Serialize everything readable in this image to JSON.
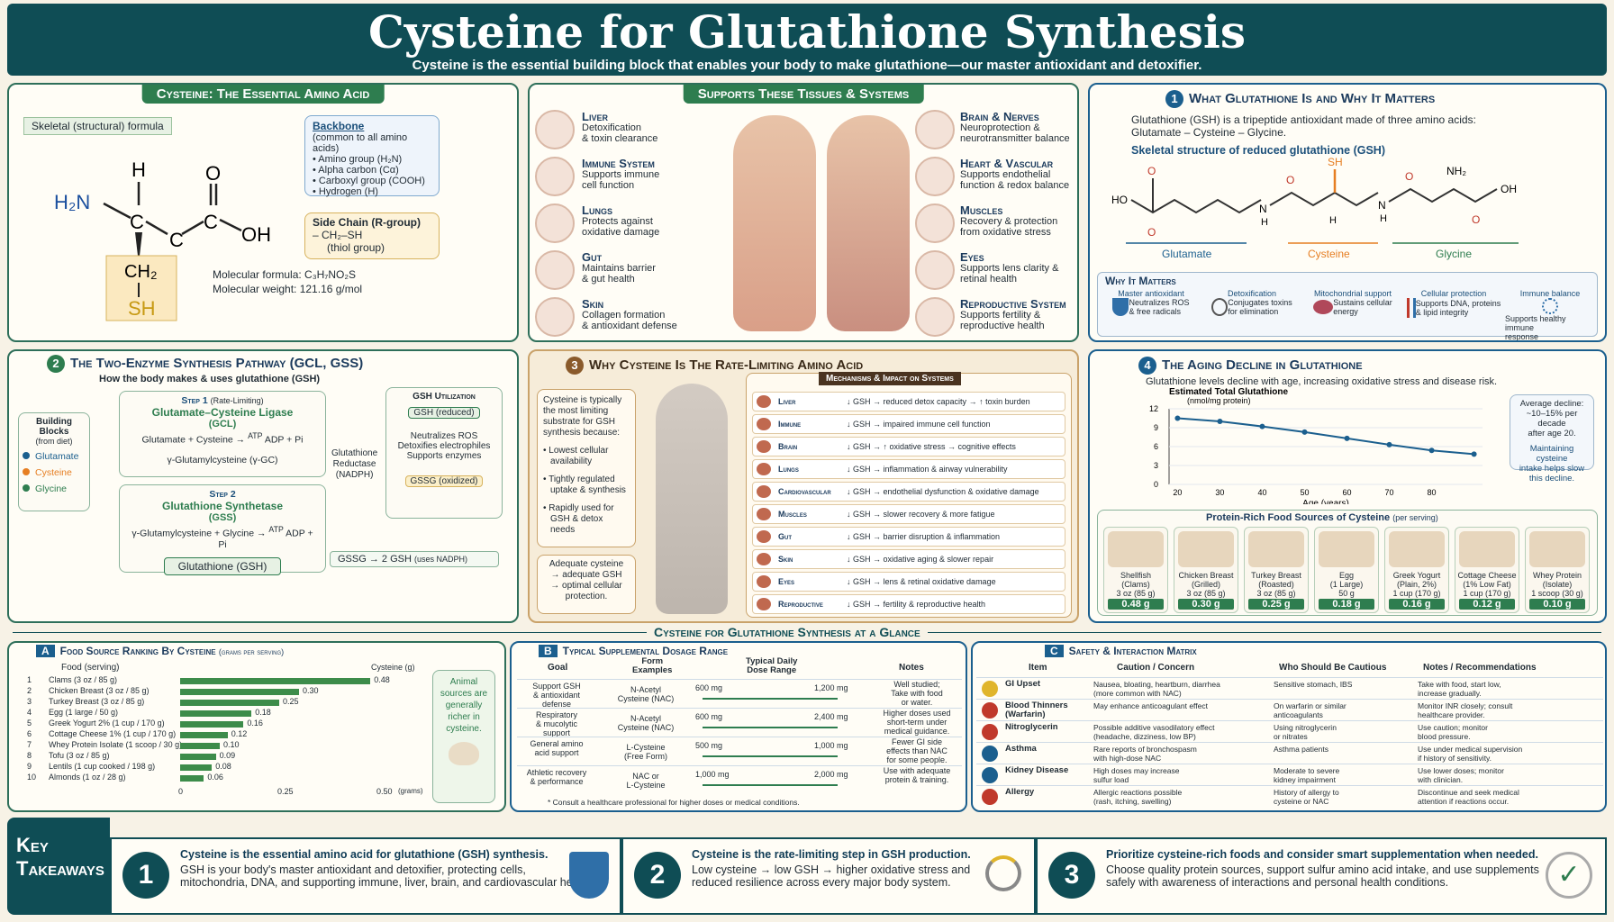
{
  "header": {
    "title": "Cysteine for Glutathione Synthesis",
    "subtitle": "Cysteine is the essential building block that enables your body to make glutathione—our master antioxidant and detoxifier."
  },
  "cysteine": {
    "tab": "Cysteine: The Essential Amino Acid",
    "formula_label": "Skeletal (structural) formula",
    "h2n": "H₂N",
    "h": "H",
    "o": "O",
    "oh": "OH",
    "c": "C",
    "ch2": "CH₂",
    "sh": "SH",
    "backbone_title": "Backbone",
    "backbone_sub": "(common to all amino acids)",
    "backbone_items": [
      "• Amino group (H₂N)",
      "• Alpha carbon (Cα)",
      "• Carboxyl group (COOH)",
      "• Hydrogen (H)"
    ],
    "side_title": "Side Chain (R-group)",
    "side_l1": "– CH₂–SH",
    "side_l2": "(thiol group)",
    "mol_formula": "Molecular formula: C₃H₇NO₂S",
    "mol_weight": "Molecular weight: 121.16 g/mol"
  },
  "tissues": {
    "tab": "Supports These Tissues & Systems",
    "left": [
      {
        "name": "Liver",
        "desc1": "Detoxification",
        "desc2": "& toxin clearance"
      },
      {
        "name": "Immune System",
        "desc1": "Supports immune",
        "desc2": "cell function"
      },
      {
        "name": "Lungs",
        "desc1": "Protects against",
        "desc2": "oxidative damage"
      },
      {
        "name": "Gut",
        "desc1": "Maintains barrier",
        "desc2": "& gut health"
      },
      {
        "name": "Skin",
        "desc1": "Collagen formation",
        "desc2": "& antioxidant defense"
      }
    ],
    "right": [
      {
        "name": "Brain & Nerves",
        "desc1": "Neuroprotection &",
        "desc2": "neurotransmitter balance"
      },
      {
        "name": "Heart & Vascular",
        "desc1": "Supports endothelial",
        "desc2": "function & redox balance"
      },
      {
        "name": "Muscles",
        "desc1": "Recovery & protection",
        "desc2": "from oxidative stress"
      },
      {
        "name": "Eyes",
        "desc1": "Supports lens clarity &",
        "desc2": "retinal health"
      },
      {
        "name": "Reproductive System",
        "desc1": "Supports fertility &",
        "desc2": "reproductive health"
      }
    ]
  },
  "gsh": {
    "num": "1",
    "title": "What Glutathione Is and Why It Matters",
    "l1": "Glutathione (GSH) is a tripeptide antioxidant made of three amino acids:",
    "l2": "Glutamate – Cysteine – Glycine.",
    "struct_title": "Skeletal structure of reduced glutathione (GSH)",
    "labels": {
      "glu": "Glutamate",
      "cys": "Cysteine",
      "gly": "Glycine",
      "ho": "HO",
      "oh": "OH",
      "sh": "SH",
      "nh2": "NH₂",
      "n": "N",
      "h": "H",
      "o": "O"
    },
    "why": "Why It Matters",
    "items": [
      {
        "title": "Master antioxidant",
        "desc1": "Neutralizes ROS",
        "desc2": "& free radicals"
      },
      {
        "title": "Detoxification",
        "desc1": "Conjugates toxins",
        "desc2": "for elimination"
      },
      {
        "title": "Mitochondrial support",
        "desc1": "Sustains cellular",
        "desc2": "energy"
      },
      {
        "title": "Cellular protection",
        "desc1": "Supports DNA, proteins",
        "desc2": "& lipid integrity"
      },
      {
        "title": "Immune balance",
        "desc1": "Supports healthy immune",
        "desc2": "response"
      }
    ]
  },
  "pathway": {
    "num": "2",
    "title": "The Two-Enzyme Synthesis Pathway (GCL, GSS)",
    "sub": "How the body makes & uses glutathione (GSH)",
    "blocks_title1": "Building Blocks",
    "blocks_title2": "(from diet)",
    "blocks": [
      "Glutamate",
      "Cysteine",
      "Glycine"
    ],
    "step1": "Step 1",
    "step1_note": "(Rate-Limiting)",
    "enz1": "Glutamate–Cysteine Ligase",
    "enz1_abbr": "(GCL)",
    "eq1": "Glutamate + Cysteine",
    "atp": "ATP",
    "adp": "ADP + Pi",
    "prod1": "γ-Glutamylcysteine (γ-GC)",
    "step2": "Step 2",
    "enz2": "Glutathione Synthetase",
    "enz2_abbr": "(GSS)",
    "eq2": "γ-Glutamylcysteine + Glycine",
    "final": "Glutathione (GSH)",
    "reductase": [
      "Glutathione",
      "Reductase",
      "(NADPH)"
    ],
    "util_title": "GSH Utilization",
    "gsh_reduced": "GSH (reduced)",
    "util_lines": [
      "Neutralizes ROS",
      "Detoxifies electrophiles",
      "Supports enzymes"
    ],
    "gssg": "GSSG (oxidized)",
    "regen": "GSSG → 2 GSH",
    "regen_note": "(uses NADPH)"
  },
  "rate": {
    "num": "3",
    "title": "Why Cysteine Is The Rate-Limiting Amino Acid",
    "intro": [
      "Cysteine is typically",
      "the most limiting",
      "substrate for GSH",
      "synthesis because:"
    ],
    "bullets": [
      [
        "• Lowest cellular",
        "availability"
      ],
      [
        "• Tightly regulated",
        "uptake & synthesis"
      ],
      [
        "• Rapidly used for",
        "GSH & detox needs"
      ]
    ],
    "adequate": [
      "Adequate cysteine",
      "→ adequate GSH",
      "→ optimal cellular",
      "protection."
    ],
    "mech_title": "Mechanisms & Impact on Systems",
    "rows": [
      {
        "organ": "Liver",
        "impact": "↓ GSH → reduced detox capacity → ↑ toxin burden"
      },
      {
        "organ": "Immune",
        "impact": "↓ GSH → impaired immune cell function"
      },
      {
        "organ": "Brain",
        "impact": "↓ GSH → ↑ oxidative stress → cognitive effects"
      },
      {
        "organ": "Lungs",
        "impact": "↓ GSH → inflammation & airway vulnerability"
      },
      {
        "organ": "Cardiovascular",
        "impact": "↓ GSH → endothelial dysfunction & oxidative damage"
      },
      {
        "organ": "Muscles",
        "impact": "↓ GSH → slower recovery & more fatigue"
      },
      {
        "organ": "Gut",
        "impact": "↓ GSH → barrier disruption & inflammation"
      },
      {
        "organ": "Skin",
        "impact": "↓ GSH → oxidative aging & slower repair"
      },
      {
        "organ": "Eyes",
        "impact": "↓ GSH → lens & retinal oxidative damage"
      },
      {
        "organ": "Reproductive",
        "impact": "↓ GSH → fertility & reproductive health"
      }
    ]
  },
  "aging": {
    "num": "4",
    "title": "The Aging Decline in Glutathione",
    "sub": "Glutathione levels decline with age, increasing oxidative stress and disease risk.",
    "note1": [
      "Average decline:",
      "~10–15% per decade",
      "after age 20."
    ],
    "note2": [
      "Maintaining cysteine",
      "intake helps slow",
      "this decline."
    ]
  },
  "chart_data": {
    "type": "line",
    "title": "Estimated Total Glutathione",
    "subtitle": "(nmol/mg protein)",
    "xlabel": "Age (years)",
    "ylabel": "",
    "x": [
      20,
      30,
      40,
      50,
      60,
      70,
      80,
      90
    ],
    "y": [
      10.5,
      10.0,
      9.2,
      8.3,
      7.3,
      6.3,
      5.4,
      4.8
    ],
    "xticks": [
      20,
      30,
      40,
      50,
      60,
      70,
      80
    ],
    "yticks": [
      0,
      3,
      6,
      9,
      12
    ],
    "xlim": [
      18,
      92
    ],
    "ylim": [
      0,
      12
    ],
    "color": "#1b5f8e"
  },
  "foods": {
    "title": "Protein-Rich Food Sources of Cysteine",
    "title_note": "(per serving)",
    "items": [
      {
        "name": "Shellfish",
        "sub": "(Clams)",
        "serv": "3 oz (85 g)",
        "val": "0.48 g"
      },
      {
        "name": "Chicken Breast",
        "sub": "(Grilled)",
        "serv": "3 oz (85 g)",
        "val": "0.30 g"
      },
      {
        "name": "Turkey Breast",
        "sub": "(Roasted)",
        "serv": "3 oz (85 g)",
        "val": "0.25 g"
      },
      {
        "name": "Egg",
        "sub": "(1 Large)",
        "serv": "50 g",
        "val": "0.18 g"
      },
      {
        "name": "Greek Yogurt",
        "sub": "(Plain, 2%)",
        "serv": "1 cup (170 g)",
        "val": "0.16 g"
      },
      {
        "name": "Cottage Cheese",
        "sub": "(1% Low Fat)",
        "serv": "1 cup (170 g)",
        "val": "0.12 g"
      },
      {
        "name": "Whey Protein",
        "sub": "(Isolate)",
        "serv": "1 scoop (30 g)",
        "val": "0.10 g"
      }
    ]
  },
  "glance": "Cysteine for Glutathione Synthesis at a Glance",
  "ranking": {
    "letter": "A",
    "title": "Food Source Ranking By Cysteine",
    "title_note": "(grams per serving)",
    "col_food": "Food (serving)",
    "col_cys": "Cysteine (g)",
    "rows": [
      {
        "n": "1",
        "food": "Clams (3 oz / 85 g)",
        "val": 0.48,
        "label": "0.48"
      },
      {
        "n": "2",
        "food": "Chicken Breast (3 oz / 85 g)",
        "val": 0.3,
        "label": "0.30"
      },
      {
        "n": "3",
        "food": "Turkey Breast (3 oz / 85 g)",
        "val": 0.25,
        "label": "0.25"
      },
      {
        "n": "4",
        "food": "Egg (1 large / 50 g)",
        "val": 0.18,
        "label": "0.18"
      },
      {
        "n": "5",
        "food": "Greek Yogurt 2% (1 cup / 170 g)",
        "val": 0.16,
        "label": "0.16"
      },
      {
        "n": "6",
        "food": "Cottage Cheese 1% (1 cup / 170 g)",
        "val": 0.12,
        "label": "0.12"
      },
      {
        "n": "7",
        "food": "Whey Protein Isolate (1 scoop / 30 g)",
        "val": 0.1,
        "label": "0.10"
      },
      {
        "n": "8",
        "food": "Tofu (3 oz / 85 g)",
        "val": 0.09,
        "label": "0.09"
      },
      {
        "n": "9",
        "food": "Lentils (1 cup cooked / 198 g)",
        "val": 0.08,
        "label": "0.08"
      },
      {
        "n": "10",
        "food": "Almonds (1 oz / 28 g)",
        "val": 0.06,
        "label": "0.06"
      }
    ],
    "axis": [
      "0",
      "0.25",
      "0.50"
    ],
    "axis_unit": "(grams)",
    "note": [
      "Animal",
      "sources are",
      "generally",
      "richer in",
      "cysteine."
    ]
  },
  "dosage": {
    "letter": "B",
    "title": "Typical Supplemental Dosage Range",
    "cols": [
      "Goal",
      "Form",
      "Examples",
      "Typical Daily",
      "Dose Range",
      "Notes"
    ],
    "rows": [
      {
        "goal": [
          "Support GSH",
          "& antioxidant",
          "defense"
        ],
        "form": [
          "N-Acetyl",
          "Cysteine (NAC)"
        ],
        "lo": "600 mg",
        "hi": "1,200 mg",
        "notes": [
          "Well studied;",
          "Take with food",
          "or water."
        ]
      },
      {
        "goal": [
          "Respiratory",
          "& mucolytic",
          "support"
        ],
        "form": [
          "N-Acetyl",
          "Cysteine (NAC)"
        ],
        "lo": "600 mg",
        "hi": "2,400 mg",
        "notes": [
          "Higher doses used",
          "short-term under",
          "medical guidance."
        ]
      },
      {
        "goal": [
          "General amino",
          "acid support"
        ],
        "form": [
          "L-Cysteine",
          "(Free Form)"
        ],
        "lo": "500 mg",
        "hi": "1,000 mg",
        "notes": [
          "Fewer GI side",
          "effects than NAC",
          "for some people."
        ]
      },
      {
        "goal": [
          "Athletic recovery",
          "& performance"
        ],
        "form": [
          "NAC or",
          "L-Cysteine"
        ],
        "lo": "1,000 mg",
        "hi": "2,000 mg",
        "notes": [
          "Use with adequate",
          "protein & training."
        ]
      }
    ],
    "foot": "* Consult a healthcare professional for higher doses or medical conditions."
  },
  "safety": {
    "letter": "C",
    "title": "Safety & Interaction Matrix",
    "cols": [
      "Item",
      "Caution / Concern",
      "Who Should Be Cautious",
      "Notes / Recommendations"
    ],
    "rows": [
      {
        "item": "GI Upset",
        "c": [
          "Nausea, bloating, heartburn, diarrhea",
          "(more common with NAC)"
        ],
        "w": [
          "Sensitive stomach, IBS"
        ],
        "n": [
          "Take with food, start low,",
          "increase gradually."
        ]
      },
      {
        "item": "Blood Thinners",
        "item2": "(Warfarin)",
        "c": [
          "May enhance anticoagulant effect"
        ],
        "w": [
          "On warfarin or similar",
          "anticoagulants"
        ],
        "n": [
          "Monitor INR closely; consult",
          "healthcare provider."
        ]
      },
      {
        "item": "Nitroglycerin",
        "c": [
          "Possible additive vasodilatory effect",
          "(headache, dizziness, low BP)"
        ],
        "w": [
          "Using nitroglycerin",
          "or nitrates"
        ],
        "n": [
          "Use caution; monitor",
          "blood pressure."
        ]
      },
      {
        "item": "Asthma",
        "c": [
          "Rare reports of bronchospasm",
          "with high-dose NAC"
        ],
        "w": [
          "Asthma patients"
        ],
        "n": [
          "Use under medical supervision",
          "if history of sensitivity."
        ]
      },
      {
        "item": "Kidney Disease",
        "c": [
          "High doses may increase",
          "sulfur load"
        ],
        "w": [
          "Moderate to severe",
          "kidney impairment"
        ],
        "n": [
          "Use lower doses; monitor",
          "with clinician."
        ]
      },
      {
        "item": "Allergy",
        "c": [
          "Allergic reactions possible",
          "(rash, itching, swelling)"
        ],
        "w": [
          "History of allergy to",
          "cysteine or NAC"
        ],
        "n": [
          "Discontinue and seek medical",
          "attention if reactions occur."
        ]
      }
    ]
  },
  "takeaways": {
    "label1": "Key",
    "label2": "Takeaways",
    "items": [
      {
        "n": "1",
        "bold": "Cysteine is the essential amino acid for glutathione (GSH) synthesis.",
        "l1": "GSH is your body's master antioxidant and detoxifier, protecting cells,",
        "l2": "mitochondria, DNA, and supporting immune, liver, brain, and cardiovascular health."
      },
      {
        "n": "2",
        "bold": "Cysteine is the rate-limiting step in GSH production.",
        "l1": "Low cysteine → low GSH → higher oxidative stress and",
        "l2": "reduced resilience across every major body system."
      },
      {
        "n": "3",
        "bold": "Prioritize cysteine-rich foods and consider smart supplementation when needed.",
        "l1": "Choose quality protein sources, support sulfur amino acid intake, and use supplements",
        "l2": "safely with awareness of interactions and personal health conditions."
      }
    ]
  }
}
